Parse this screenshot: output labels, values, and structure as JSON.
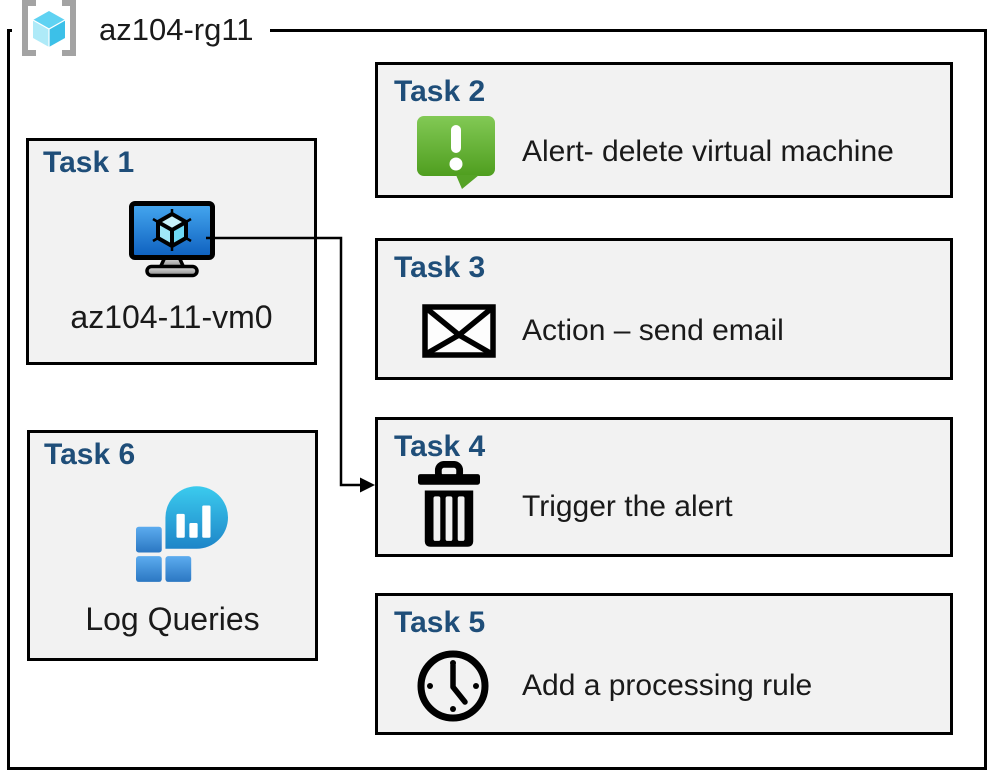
{
  "diagram": {
    "resource_group": {
      "title": "az104-rg11",
      "icon": "resource-group-icon"
    },
    "colors": {
      "heading_blue": "#1F4E79",
      "box_fill": "#F2F2F2",
      "box_border": "#000000",
      "outer_border": "#000000",
      "alert_green": "#55A226",
      "vm_screen_blue": "#1668C9",
      "log_bubble_teal": "#2BB9E6",
      "log_square_blue": "#3B8DD6",
      "bracket_gray": "#A3A3A3",
      "connector_black": "#000000"
    },
    "tasks": [
      {
        "heading": "Task 1",
        "label": "az104-11-vm0",
        "icon": "virtual-machine-icon"
      },
      {
        "heading": "Task 2",
        "label": "Alert- delete virtual machine",
        "icon": "alert-message-icon"
      },
      {
        "heading": "Task 3",
        "label": "Action – send email",
        "icon": "email-envelope-icon"
      },
      {
        "heading": "Task 4",
        "label": "Trigger the alert",
        "icon": "trash-delete-icon"
      },
      {
        "heading": "Task 5",
        "label": "Add a processing rule",
        "icon": "clock-icon"
      },
      {
        "heading": "Task 6",
        "label": "Log Queries",
        "icon": "log-analytics-icon"
      }
    ],
    "connector": {
      "from": "Task 1",
      "to": "Task 4"
    }
  }
}
